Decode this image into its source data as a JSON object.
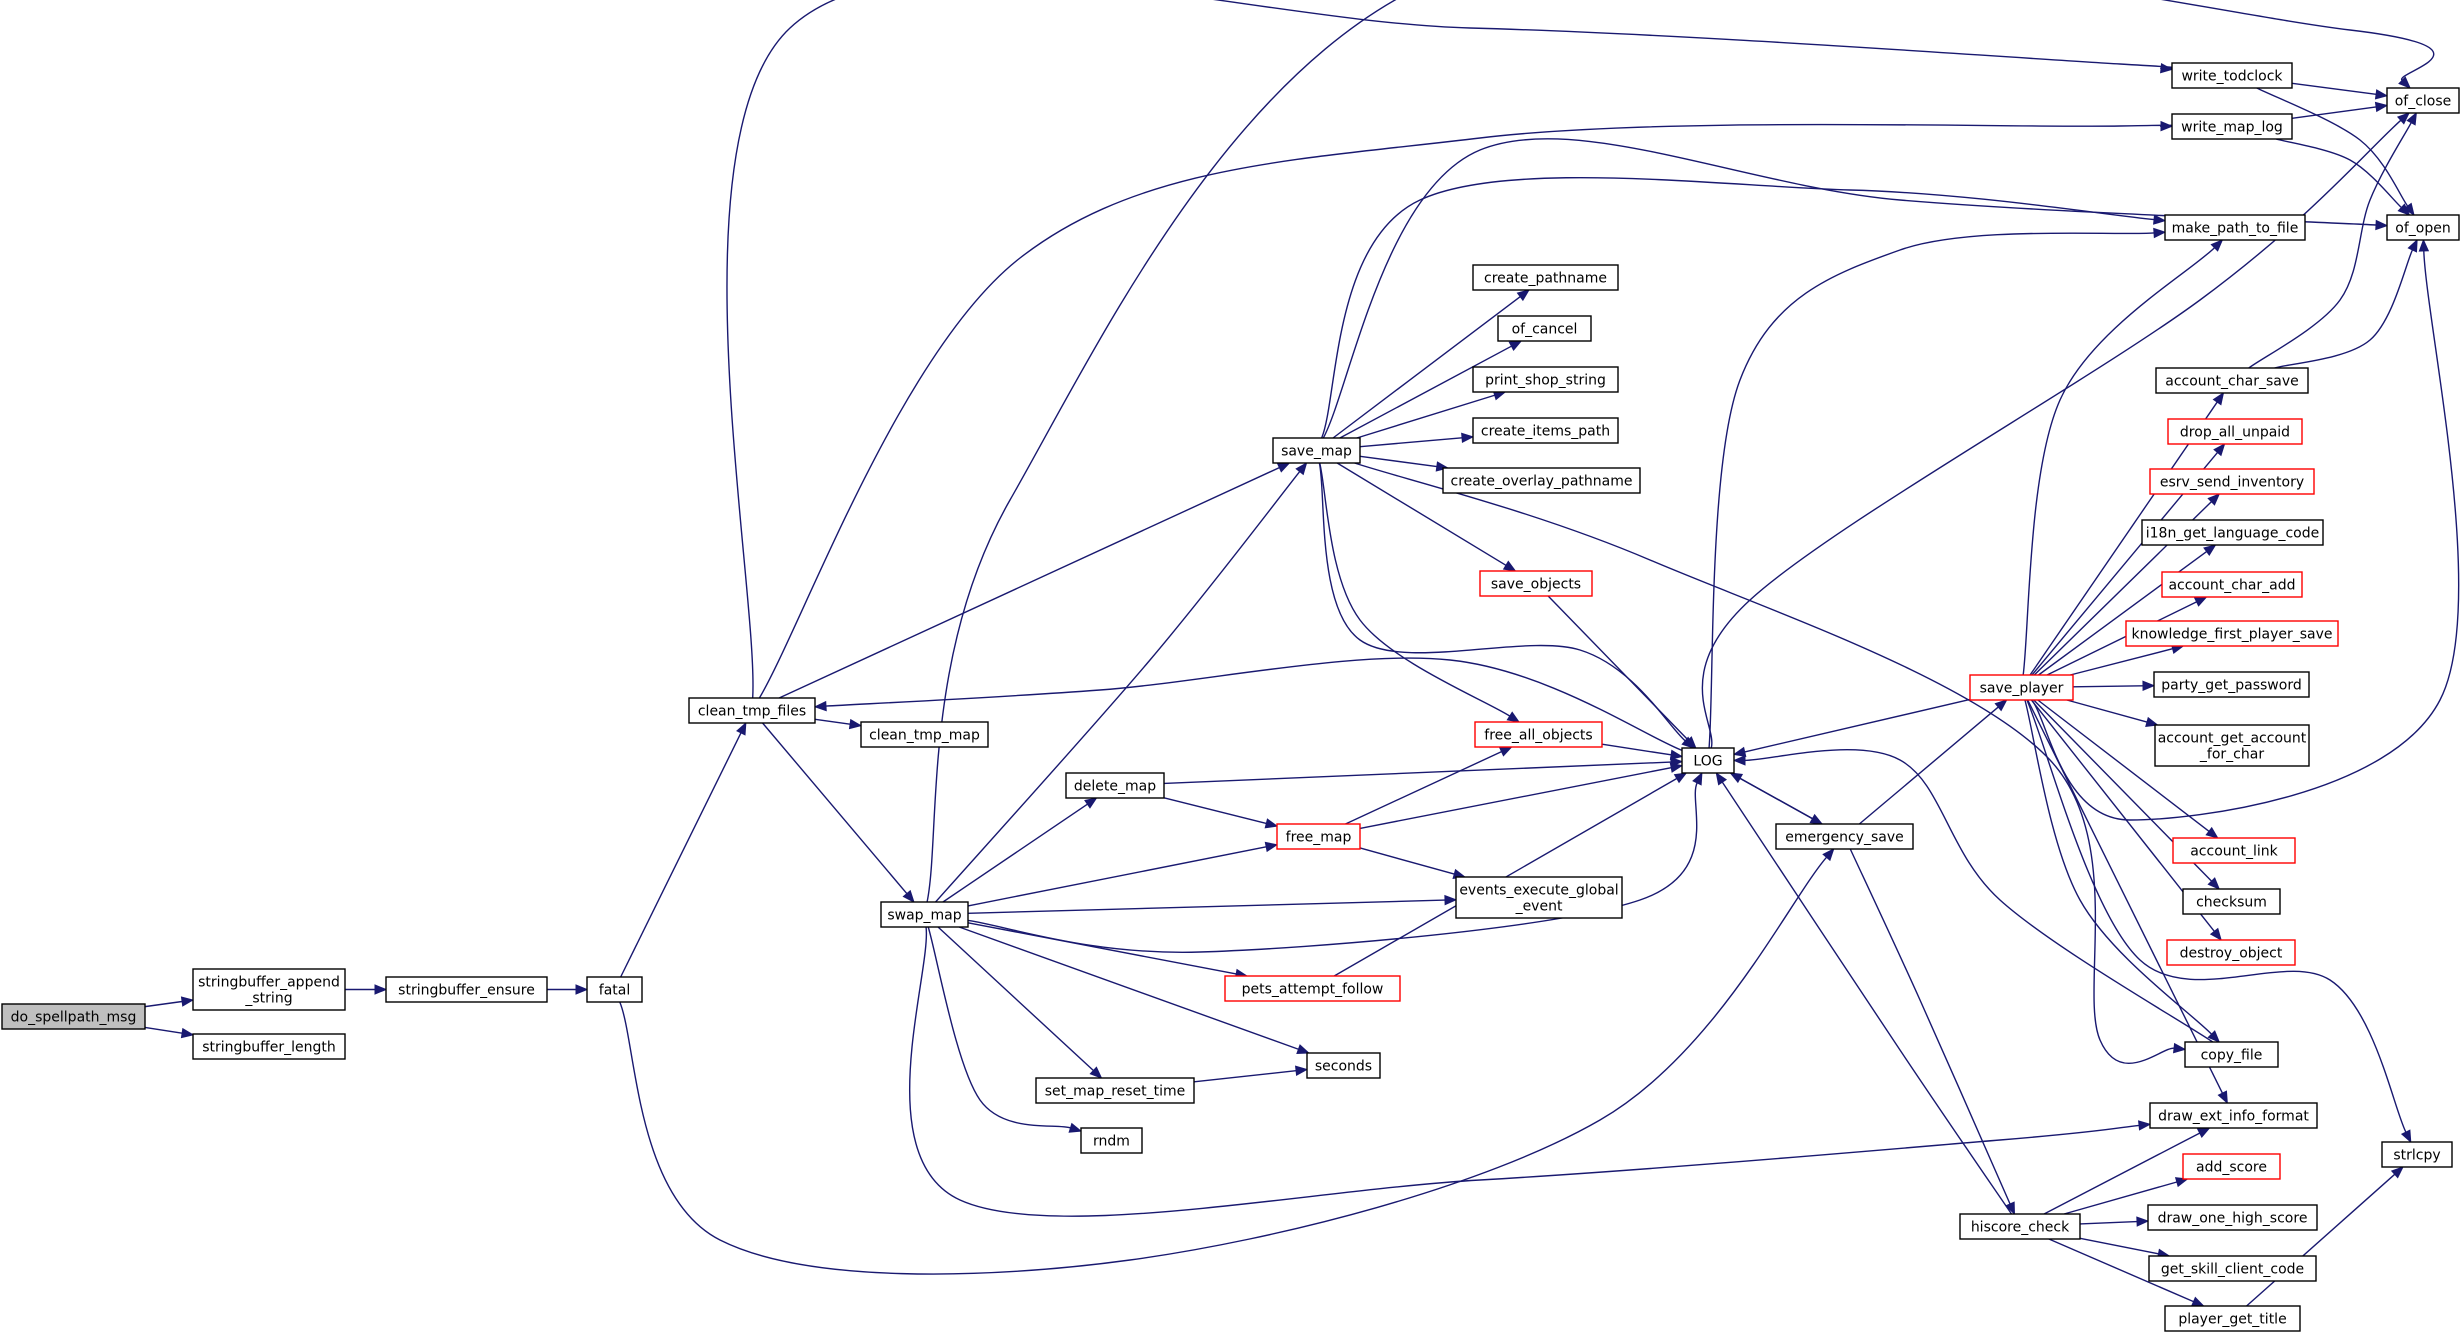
{
  "colors": {
    "edge": "#191970",
    "node_border": "#000000",
    "node_border_truncated": "#ff0000",
    "root_fill": "#bfbfbf",
    "node_fill": "#ffffff",
    "background": "#ffffff"
  },
  "nodes": [
    {
      "id": "do_spellpath_msg",
      "lines": [
        "do_spellpath_msg"
      ],
      "style": "root"
    },
    {
      "id": "stringbuffer_append_string",
      "lines": [
        "stringbuffer_append",
        "_string"
      ],
      "style": "normal"
    },
    {
      "id": "stringbuffer_length",
      "lines": [
        "stringbuffer_length"
      ],
      "style": "normal"
    },
    {
      "id": "stringbuffer_ensure",
      "lines": [
        "stringbuffer_ensure"
      ],
      "style": "normal"
    },
    {
      "id": "fatal",
      "lines": [
        "fatal"
      ],
      "style": "normal"
    },
    {
      "id": "clean_tmp_files",
      "lines": [
        "clean_tmp_files"
      ],
      "style": "normal"
    },
    {
      "id": "clean_tmp_map",
      "lines": [
        "clean_tmp_map"
      ],
      "style": "normal"
    },
    {
      "id": "swap_map",
      "lines": [
        "swap_map"
      ],
      "style": "normal"
    },
    {
      "id": "delete_map",
      "lines": [
        "delete_map"
      ],
      "style": "normal"
    },
    {
      "id": "set_map_reset_time",
      "lines": [
        "set_map_reset_time"
      ],
      "style": "normal"
    },
    {
      "id": "rndm",
      "lines": [
        "rndm"
      ],
      "style": "normal"
    },
    {
      "id": "save_map",
      "lines": [
        "save_map"
      ],
      "style": "normal"
    },
    {
      "id": "create_pathname",
      "lines": [
        "create_pathname"
      ],
      "style": "normal"
    },
    {
      "id": "of_cancel",
      "lines": [
        "of_cancel"
      ],
      "style": "normal"
    },
    {
      "id": "print_shop_string",
      "lines": [
        "print_shop_string"
      ],
      "style": "normal"
    },
    {
      "id": "create_items_path",
      "lines": [
        "create_items_path"
      ],
      "style": "normal"
    },
    {
      "id": "create_overlay_pathname",
      "lines": [
        "create_overlay_pathname"
      ],
      "style": "normal"
    },
    {
      "id": "save_objects",
      "lines": [
        "save_objects"
      ],
      "style": "truncated"
    },
    {
      "id": "free_all_objects",
      "lines": [
        "free_all_objects"
      ],
      "style": "truncated"
    },
    {
      "id": "free_map",
      "lines": [
        "free_map"
      ],
      "style": "truncated"
    },
    {
      "id": "events_execute_global_event",
      "lines": [
        "events_execute_global",
        "_event"
      ],
      "style": "normal"
    },
    {
      "id": "pets_attempt_follow",
      "lines": [
        "pets_attempt_follow"
      ],
      "style": "truncated"
    },
    {
      "id": "seconds",
      "lines": [
        "seconds"
      ],
      "style": "normal"
    },
    {
      "id": "LOG",
      "lines": [
        "LOG"
      ],
      "style": "normal"
    },
    {
      "id": "emergency_save",
      "lines": [
        "emergency_save"
      ],
      "style": "normal"
    },
    {
      "id": "hiscore_check",
      "lines": [
        "hiscore_check"
      ],
      "style": "normal"
    },
    {
      "id": "save_player",
      "lines": [
        "save_player"
      ],
      "style": "truncated"
    },
    {
      "id": "write_todclock",
      "lines": [
        "write_todclock"
      ],
      "style": "normal"
    },
    {
      "id": "write_map_log",
      "lines": [
        "write_map_log"
      ],
      "style": "normal"
    },
    {
      "id": "make_path_to_file",
      "lines": [
        "make_path_to_file"
      ],
      "style": "normal"
    },
    {
      "id": "account_char_save",
      "lines": [
        "account_char_save"
      ],
      "style": "normal"
    },
    {
      "id": "drop_all_unpaid",
      "lines": [
        "drop_all_unpaid"
      ],
      "style": "truncated"
    },
    {
      "id": "esrv_send_inventory",
      "lines": [
        "esrv_send_inventory"
      ],
      "style": "truncated"
    },
    {
      "id": "i18n_get_language_code",
      "lines": [
        "i18n_get_language_code"
      ],
      "style": "normal"
    },
    {
      "id": "account_char_add",
      "lines": [
        "account_char_add"
      ],
      "style": "truncated"
    },
    {
      "id": "knowledge_first_player_save",
      "lines": [
        "knowledge_first_player_save"
      ],
      "style": "truncated"
    },
    {
      "id": "party_get_password",
      "lines": [
        "party_get_password"
      ],
      "style": "normal"
    },
    {
      "id": "account_get_account_for_char",
      "lines": [
        "account_get_account",
        "_for_char"
      ],
      "style": "normal"
    },
    {
      "id": "account_link",
      "lines": [
        "account_link"
      ],
      "style": "truncated"
    },
    {
      "id": "checksum",
      "lines": [
        "checksum"
      ],
      "style": "normal"
    },
    {
      "id": "destroy_object",
      "lines": [
        "destroy_object"
      ],
      "style": "truncated"
    },
    {
      "id": "copy_file",
      "lines": [
        "copy_file"
      ],
      "style": "normal"
    },
    {
      "id": "draw_ext_info_format",
      "lines": [
        "draw_ext_info_format"
      ],
      "style": "normal"
    },
    {
      "id": "add_score",
      "lines": [
        "add_score"
      ],
      "style": "truncated"
    },
    {
      "id": "draw_one_high_score",
      "lines": [
        "draw_one_high_score"
      ],
      "style": "normal"
    },
    {
      "id": "get_skill_client_code",
      "lines": [
        "get_skill_client_code"
      ],
      "style": "normal"
    },
    {
      "id": "player_get_title",
      "lines": [
        "player_get_title"
      ],
      "style": "normal"
    },
    {
      "id": "of_close",
      "lines": [
        "of_close"
      ],
      "style": "normal"
    },
    {
      "id": "of_open",
      "lines": [
        "of_open"
      ],
      "style": "normal"
    },
    {
      "id": "strlcpy",
      "lines": [
        "strlcpy"
      ],
      "style": "normal"
    }
  ],
  "edges": [
    [
      "do_spellpath_msg",
      "stringbuffer_append_string"
    ],
    [
      "do_spellpath_msg",
      "stringbuffer_length"
    ],
    [
      "stringbuffer_append_string",
      "stringbuffer_ensure"
    ],
    [
      "stringbuffer_ensure",
      "fatal"
    ],
    [
      "fatal",
      "clean_tmp_files"
    ],
    [
      "fatal",
      "emergency_save"
    ],
    [
      "clean_tmp_files",
      "clean_tmp_map"
    ],
    [
      "clean_tmp_files",
      "swap_map"
    ],
    [
      "clean_tmp_files",
      "save_map"
    ],
    [
      "clean_tmp_files",
      "write_todclock"
    ],
    [
      "clean_tmp_files",
      "write_map_log"
    ],
    [
      "swap_map",
      "delete_map"
    ],
    [
      "swap_map",
      "free_map"
    ],
    [
      "swap_map",
      "events_execute_global_event"
    ],
    [
      "swap_map",
      "pets_attempt_follow"
    ],
    [
      "swap_map",
      "seconds"
    ],
    [
      "swap_map",
      "set_map_reset_time"
    ],
    [
      "swap_map",
      "rndm"
    ],
    [
      "swap_map",
      "save_map"
    ],
    [
      "swap_map",
      "LOG"
    ],
    [
      "swap_map",
      "of_close"
    ],
    [
      "swap_map",
      "draw_ext_info_format"
    ],
    [
      "delete_map",
      "free_map"
    ],
    [
      "delete_map",
      "LOG"
    ],
    [
      "set_map_reset_time",
      "seconds"
    ],
    [
      "save_map",
      "create_pathname"
    ],
    [
      "save_map",
      "of_cancel"
    ],
    [
      "save_map",
      "print_shop_string"
    ],
    [
      "save_map",
      "create_items_path"
    ],
    [
      "save_map",
      "create_overlay_pathname"
    ],
    [
      "save_map",
      "save_objects"
    ],
    [
      "save_map",
      "free_all_objects"
    ],
    [
      "save_map",
      "LOG"
    ],
    [
      "save_map",
      "make_path_to_file"
    ],
    [
      "save_map",
      "of_open"
    ],
    [
      "save_map",
      "copy_file"
    ],
    [
      "save_objects",
      "LOG"
    ],
    [
      "free_map",
      "free_all_objects"
    ],
    [
      "free_map",
      "events_execute_global_event"
    ],
    [
      "free_map",
      "LOG"
    ],
    [
      "free_all_objects",
      "LOG"
    ],
    [
      "pets_attempt_follow",
      "LOG"
    ],
    [
      "LOG",
      "clean_tmp_files"
    ],
    [
      "LOG",
      "emergency_save"
    ],
    [
      "LOG",
      "make_path_to_file"
    ],
    [
      "LOG",
      "of_close"
    ],
    [
      "emergency_save",
      "LOG"
    ],
    [
      "emergency_save",
      "save_player"
    ],
    [
      "emergency_save",
      "hiscore_check"
    ],
    [
      "hiscore_check",
      "LOG"
    ],
    [
      "hiscore_check",
      "draw_ext_info_format"
    ],
    [
      "hiscore_check",
      "add_score"
    ],
    [
      "hiscore_check",
      "draw_one_high_score"
    ],
    [
      "hiscore_check",
      "get_skill_client_code"
    ],
    [
      "hiscore_check",
      "player_get_title"
    ],
    [
      "save_player",
      "LOG"
    ],
    [
      "save_player",
      "make_path_to_file"
    ],
    [
      "save_player",
      "account_char_save"
    ],
    [
      "save_player",
      "drop_all_unpaid"
    ],
    [
      "save_player",
      "esrv_send_inventory"
    ],
    [
      "save_player",
      "i18n_get_language_code"
    ],
    [
      "save_player",
      "account_char_add"
    ],
    [
      "save_player",
      "knowledge_first_player_save"
    ],
    [
      "save_player",
      "party_get_password"
    ],
    [
      "save_player",
      "account_get_account_for_char"
    ],
    [
      "save_player",
      "account_link"
    ],
    [
      "save_player",
      "checksum"
    ],
    [
      "save_player",
      "destroy_object"
    ],
    [
      "save_player",
      "copy_file"
    ],
    [
      "save_player",
      "draw_ext_info_format"
    ],
    [
      "save_player",
      "of_open"
    ],
    [
      "save_player",
      "strlcpy"
    ],
    [
      "write_todclock",
      "of_close"
    ],
    [
      "write_todclock",
      "of_open"
    ],
    [
      "write_map_log",
      "of_close"
    ],
    [
      "write_map_log",
      "of_open"
    ],
    [
      "account_char_save",
      "of_close"
    ],
    [
      "account_char_save",
      "of_open"
    ],
    [
      "copy_file",
      "LOG"
    ],
    [
      "player_get_title",
      "strlcpy"
    ]
  ]
}
